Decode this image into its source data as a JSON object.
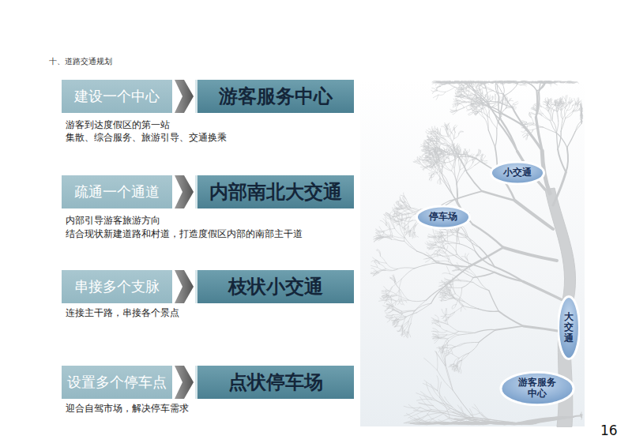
{
  "diagram": {
    "title": "十、道路交通规划",
    "nodes": [
      {
        "text": [
          "建设一个中心"
        ]
      },
      {
        "text": [
          "游客服务中心"
        ]
      },
      {
        "text": [
          "疏通一个通道"
        ]
      },
      {
        "text": [
          "内部南北大交通"
        ]
      },
      {
        "text": [
          "串接多个支脉"
        ]
      },
      {
        "text": [
          "枝状小交通"
        ]
      },
      {
        "text": [
          "设置多个停车点"
        ]
      },
      {
        "text": [
          "点状停车场"
        ]
      },
      {
        "text": [
          "小交通"
        ]
      },
      {
        "text": [
          "停车场"
        ]
      },
      {
        "text": [
          "大交通"
        ]
      },
      {
        "text": [
          "游客服务 中心"
        ]
      }
    ],
    "edges": [
      {
        "from": 0,
        "to": 1,
        "arrow": "to"
      },
      {
        "from": 2,
        "to": 3,
        "arrow": "to"
      },
      {
        "from": 4,
        "to": 5,
        "arrow": "to"
      },
      {
        "from": 6,
        "to": 7,
        "arrow": "to"
      }
    ],
    "labels": [
      "游客到达度假区的第一站",
      "集散、综合服务、旅游引导、交通换乘",
      "内部引导游客旅游方向",
      "结合现状新建道路和村道，打造度假区内部的南部主干道",
      "连接主干路，串接各个景点",
      "迎合自驾市场，解决停车需求",
      "16"
    ]
  }
}
